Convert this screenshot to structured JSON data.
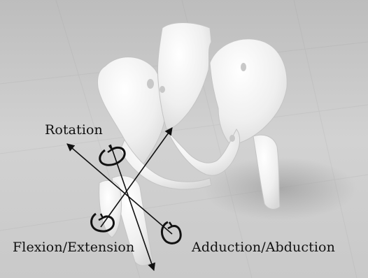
{
  "labels": {
    "rotation": "Rotation",
    "flexion_extension": "Flexion/Extension",
    "adduction_abduction": "Adduction/Abduction"
  },
  "colors": {
    "background": "#d3d3d3",
    "bone": "#f3f3f3",
    "axis": "#111111"
  },
  "icons": [
    "rotation-arrow-icon"
  ]
}
